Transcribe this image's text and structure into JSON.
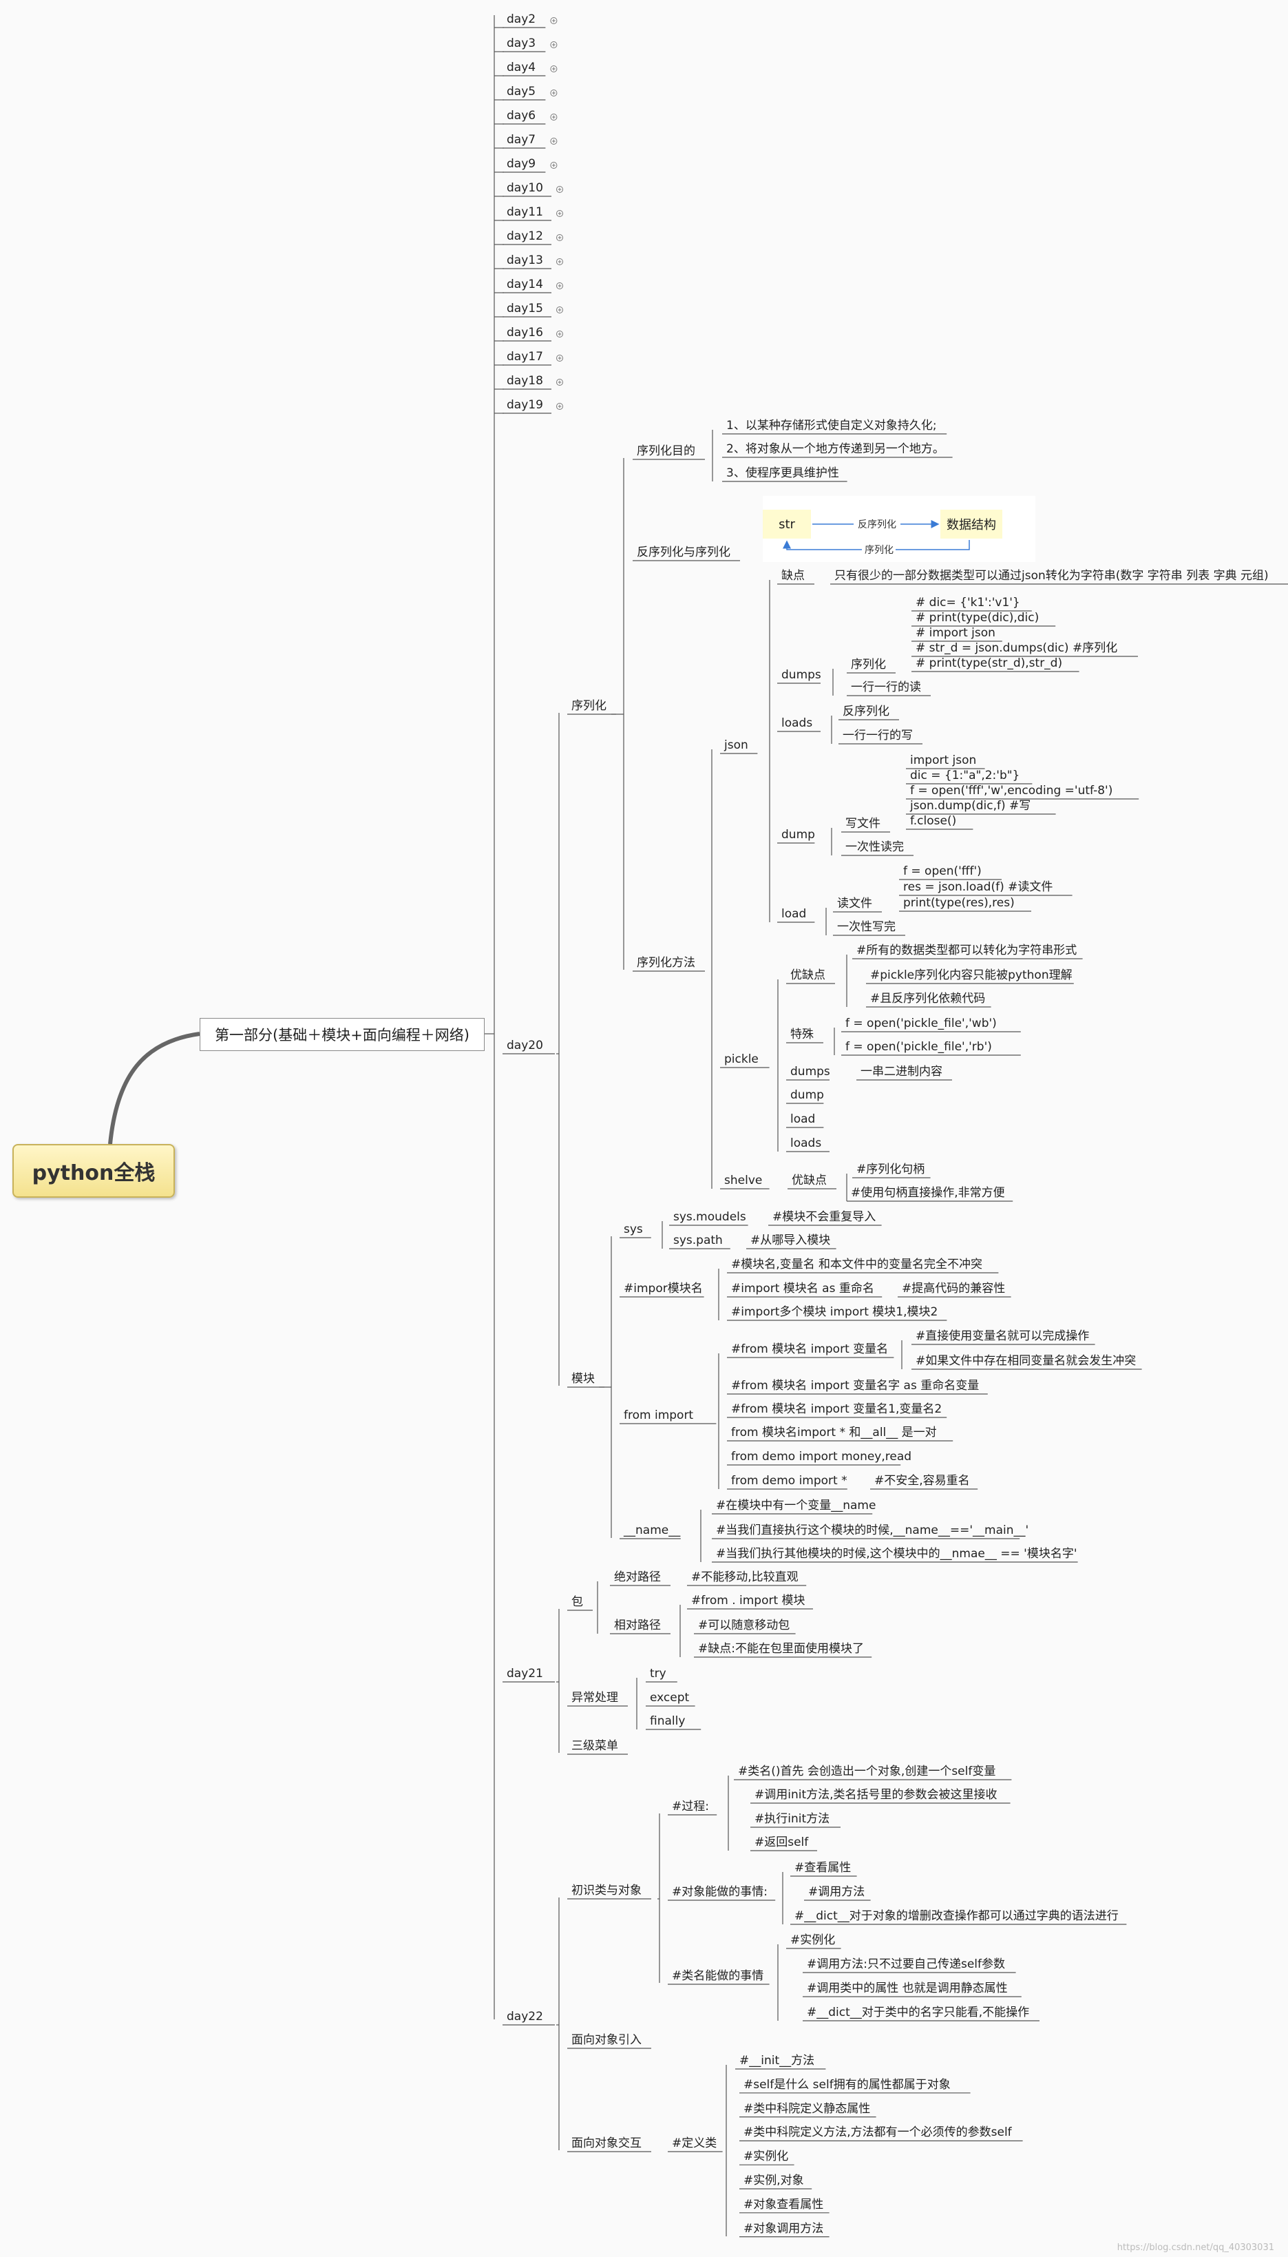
{
  "root": "python全栈",
  "main": "第一部分(基础＋模块+面向编程＋网络)",
  "watermark": "https://blog.csdn.net/qq_40303031",
  "days_collapsed": [
    "day2",
    "day3",
    "day4",
    "day5",
    "day6",
    "day7",
    "day9",
    "day10",
    "day11",
    "day12",
    "day13",
    "day14",
    "day15",
    "day16",
    "day17",
    "day18",
    "day19"
  ],
  "day20": {
    "label": "day20",
    "serialize": {
      "label": "序列化",
      "purpose": {
        "label": "序列化目的",
        "items": [
          "1、以某种存储形式使自定义对象持久化;",
          "2、将对象从一个地方传递到另一个地方。",
          "3、使程序更具维护性"
        ]
      },
      "reverse": {
        "label": "反序列化与序列化",
        "diagram": {
          "left": "str",
          "right": "数据结构",
          "top_arrow": "反序列化",
          "bottom_arrow": "序列化"
        }
      },
      "methods": {
        "label": "序列化方法",
        "json": {
          "label": "json",
          "drawback_label": "缺点",
          "drawback": "只有很少的一部分数据类型可以通过json转化为字符串(数字 字符串 列表 字典 元组)",
          "dumps": {
            "label": "dumps",
            "sub": "序列化",
            "code": [
              "# dic= {'k1':'v1'}",
              "# print(type(dic),dic)",
              "# import json",
              "# str_d = json.dumps(dic)    #序列化",
              "# print(type(str_d),str_d)"
            ],
            "note": "一行一行的读"
          },
          "loads": {
            "label": "loads",
            "items": [
              "反序列化",
              "一行一行的写"
            ]
          },
          "dump": {
            "label": "dump",
            "sub": "写文件",
            "code": [
              "import json",
              "dic = {1:\"a\",2:'b\"}",
              "f = open('fff','w',encoding ='utf-8')",
              "json.dump(dic,f)    #写",
              "f.close()"
            ],
            "note": "一次性读完"
          },
          "load": {
            "label": "load",
            "sub": "读文件",
            "code": [
              "f = open('fff')",
              "res = json.load(f)  #读文件",
              "print(type(res),res)"
            ],
            "note": "一次性写完"
          }
        },
        "pickle": {
          "label": "pickle",
          "pros": {
            "label": "优缺点",
            "items": [
              "#所有的数据类型都可以转化为字符串形式",
              "#pickle序列化内容只能被python理解",
              "#且反序列化依赖代码"
            ]
          },
          "special": {
            "label": "特殊",
            "items": [
              "f = open('pickle_file','wb')",
              "f = open('pickle_file','rb')"
            ]
          },
          "dumps": {
            "label": "dumps",
            "note": "一串二进制内容"
          },
          "others": [
            "dump",
            "load",
            "loads"
          ]
        },
        "shelve": {
          "label": "shelve",
          "pros": "优缺点",
          "items": [
            "#序列化句柄",
            "#使用句柄直接操作,非常方便"
          ]
        }
      }
    },
    "module": {
      "label": "模块",
      "sys": {
        "label": "sys",
        "items": [
          {
            "k": "sys.moudels",
            "v": "#模块不会重复导入"
          },
          {
            "k": "sys.path",
            "v": "#从哪导入模块"
          }
        ]
      },
      "import": {
        "label": "#impor模块名",
        "items": [
          "#模块名,变量名  和本文件中的变量名完全不冲突",
          "#import 模块名 as 重命名",
          "#提高代码的兼容性",
          "#import多个模块  import 模块1,模块2"
        ]
      },
      "from": {
        "label": "from    import",
        "first": "#from 模块名 import 变量名",
        "first_sub": [
          "#直接使用变量名就可以完成操作",
          "#如果文件中存在相同变量名就会发生冲突"
        ],
        "items": [
          "#from 模块名 import 变量名字 as 重命名变量",
          "#from 模块名 import 变量名1,变量名2",
          "from 模块名import * 和__all__ 是一对",
          "from demo import money,read"
        ],
        "star": "from demo import *",
        "star_note": "#不安全,容易重名"
      },
      "name": {
        "label": "__name__",
        "items": [
          "#在模块中有一个变量__name",
          "#当我们直接执行这个模块的时候,__name__=='__main__'",
          "#当我们执行其他模块的时候,这个模块中的__nmae__ == '模块名字'"
        ]
      }
    }
  },
  "day21": {
    "label": "day21",
    "package": {
      "label": "包",
      "abs": "绝对路径",
      "abs_note": "#不能移动,比较直观",
      "rel": "相对路径",
      "rel_items": [
        "#from . import 模块",
        "#可以随意移动包",
        "#缺点:不能在包里面使用模块了"
      ]
    },
    "except": {
      "label": "异常处理",
      "items": [
        "try",
        "except",
        "finally"
      ]
    },
    "menu": "三级菜单"
  },
  "day22": {
    "label": "day22",
    "class": {
      "label": "初识类与对象",
      "process": {
        "label": "#过程:",
        "items": [
          "#类名()首先 会创造出一个对象,创建一个self变量",
          "#调用init方法,类名括号里的参数会被这里接收",
          "#执行init方法",
          "#返回self"
        ]
      },
      "obj": {
        "label": "#对象能做的事情:",
        "items": [
          "#查看属性",
          "#调用方法",
          "#__dict__对于对象的增删改查操作都可以通过字典的语法进行"
        ]
      },
      "cls": {
        "label": "#类名能做的事情",
        "items": [
          "#实例化",
          "#调用方法:只不过要自己传递self参数",
          "#调用类中的属性  也就是调用静态属性",
          "#__dict__对于类中的名字只能看,不能操作"
        ]
      }
    },
    "intro": "面向对象引入",
    "interact": {
      "label": "面向对象交互",
      "define": "#定义类",
      "items": [
        "#__init__方法",
        "#self是什么  self拥有的属性都属于对象",
        "#类中科院定义静态属性",
        "#类中科院定义方法,方法都有一个必须传的参数self",
        "#实例化",
        "#实例,对象",
        "#对象查看属性",
        "#对象调用方法"
      ]
    }
  }
}
